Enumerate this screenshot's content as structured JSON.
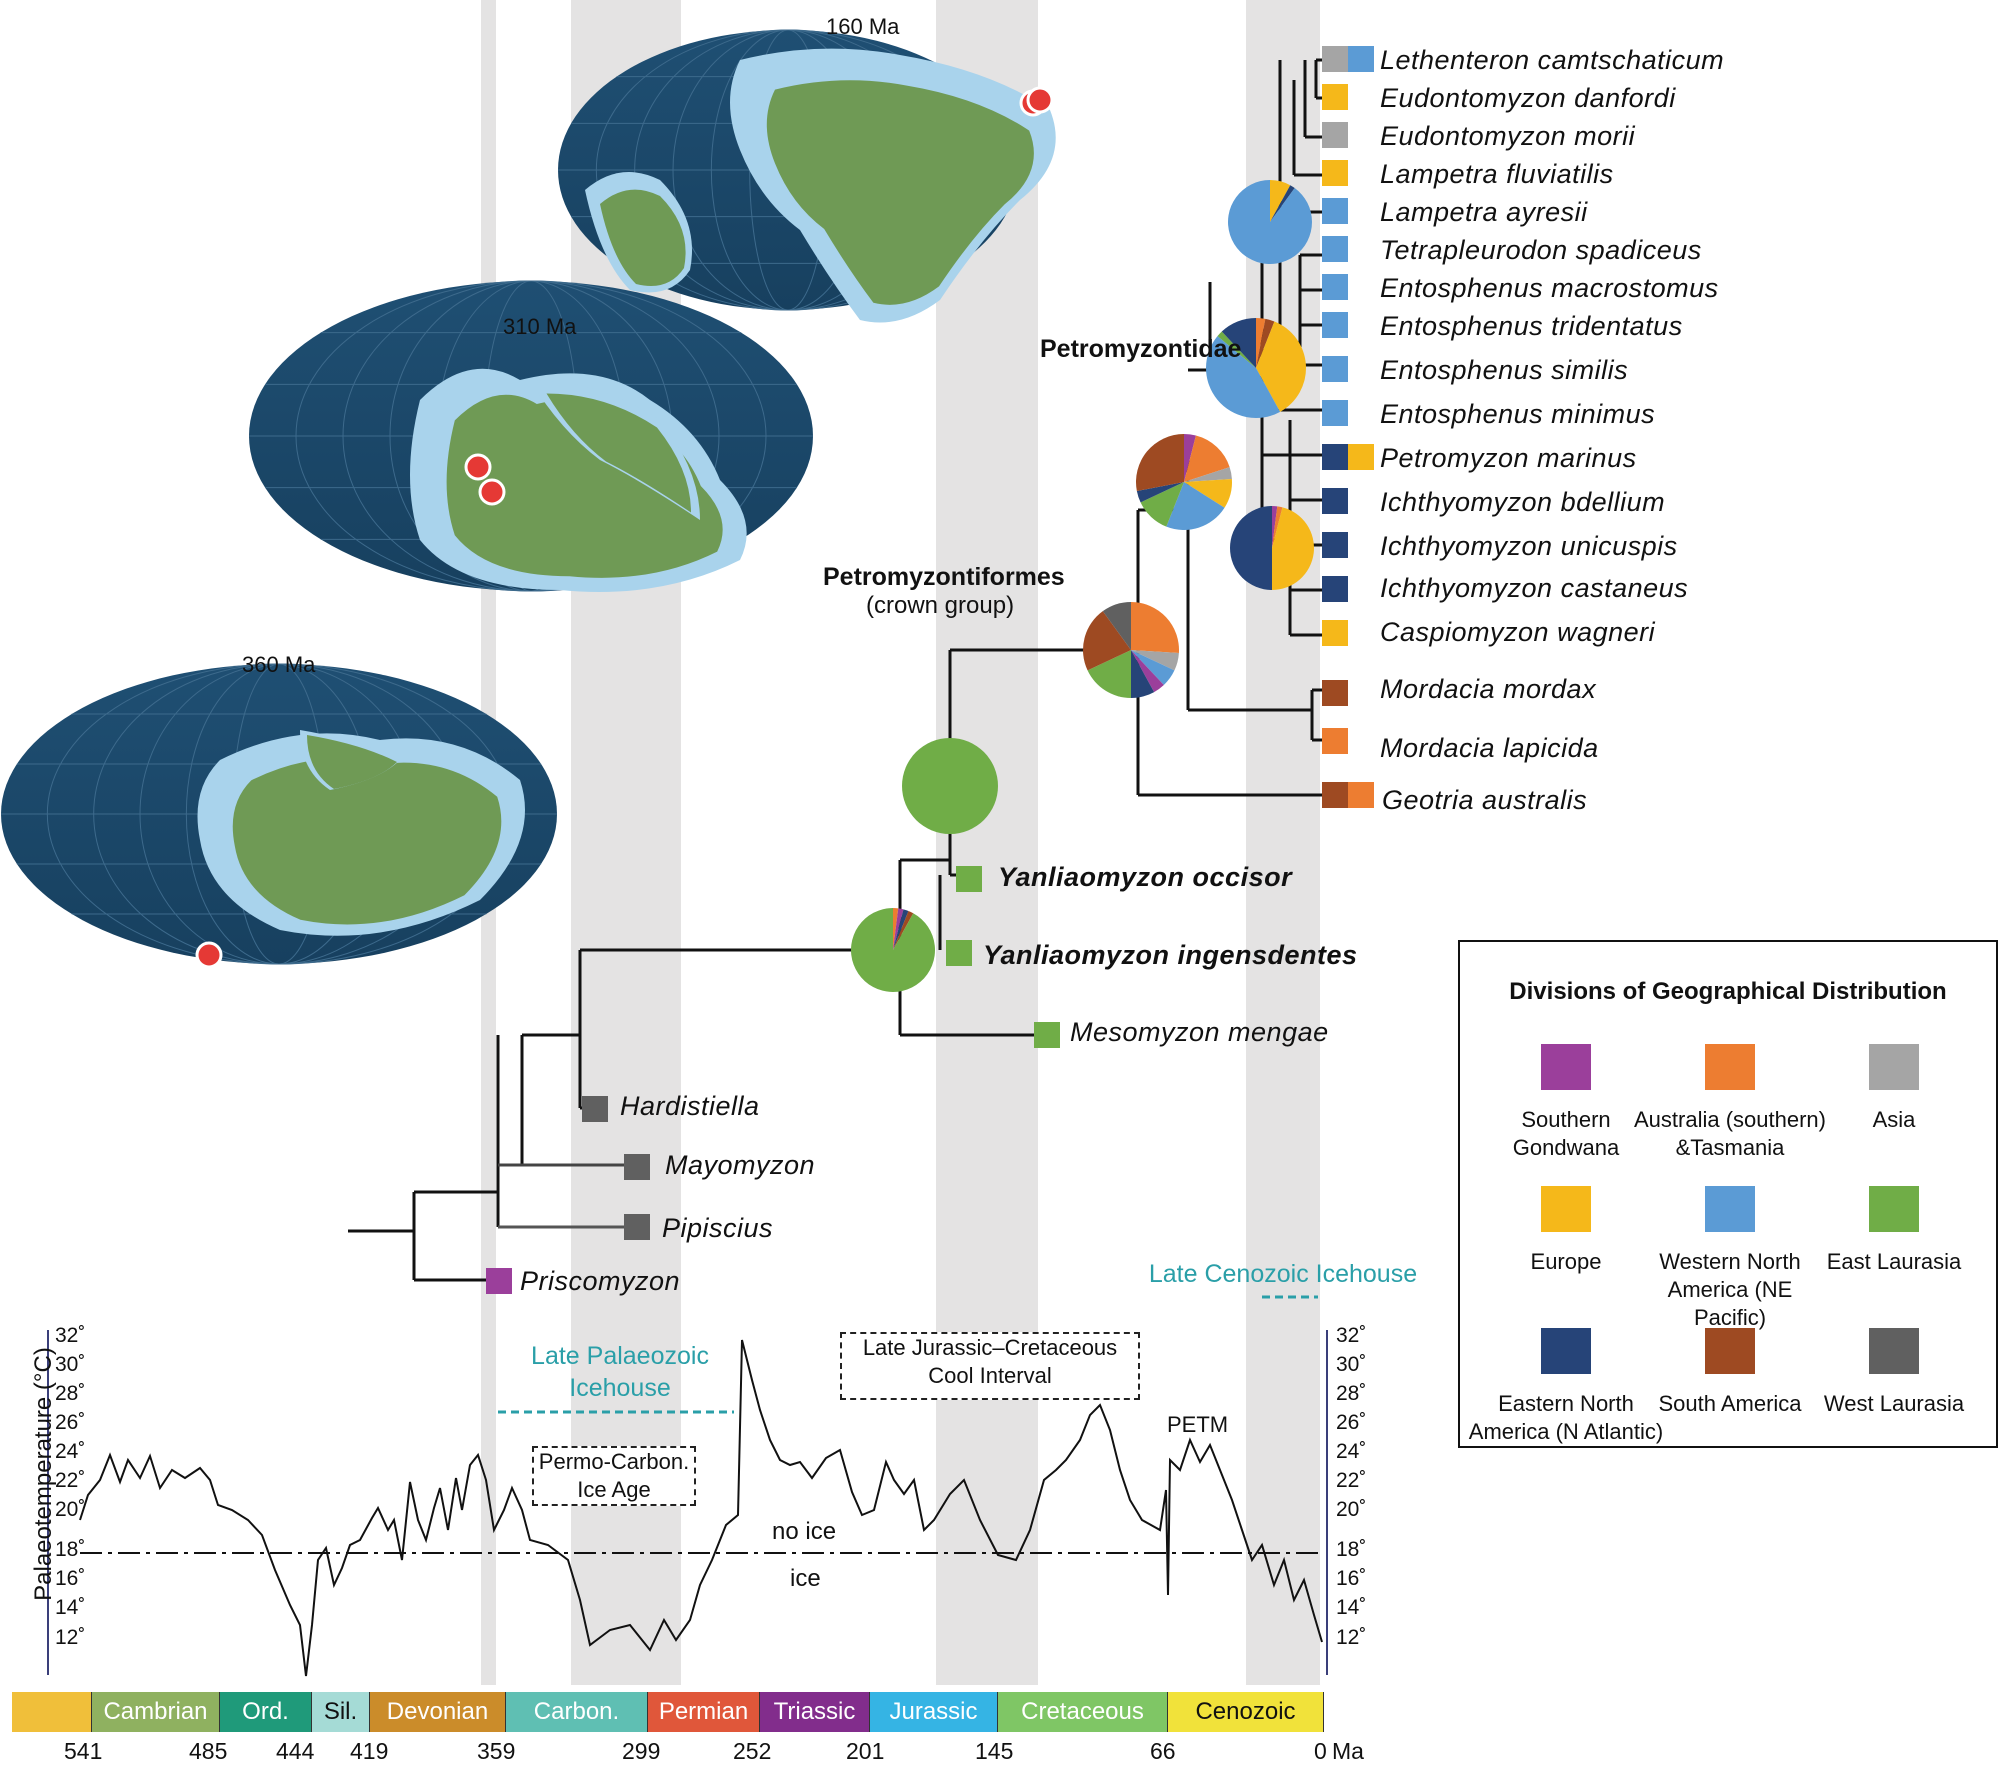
{
  "maps": [
    {
      "age": "160 Ma"
    },
    {
      "age": "310 Ma"
    },
    {
      "age": "360 Ma"
    }
  ],
  "clades": {
    "petromyzontidae": "Petromyzontidae",
    "petromyzontiformes": "Petromyzontiformes",
    "crown_group": "(crown group)"
  },
  "taxa": [
    {
      "name": "Lethenteron camtschaticum",
      "colors": [
        "#a5a5a5",
        "#5b9bd5"
      ]
    },
    {
      "name": "Eudontomyzon danfordi",
      "colors": [
        "#f5b81a"
      ]
    },
    {
      "name": "Eudontomyzon morii",
      "colors": [
        "#a5a5a5"
      ]
    },
    {
      "name": "Lampetra fluviatilis",
      "colors": [
        "#f5b81a"
      ]
    },
    {
      "name": "Lampetra ayresii",
      "colors": [
        "#5b9bd5"
      ]
    },
    {
      "name": "Tetrapleurodon spadiceus",
      "colors": [
        "#5b9bd5"
      ]
    },
    {
      "name": "Entosphenus macrostomus",
      "colors": [
        "#5b9bd5"
      ]
    },
    {
      "name": "Entosphenus tridentatus",
      "colors": [
        "#5b9bd5"
      ]
    },
    {
      "name": "Entosphenus similis",
      "colors": [
        "#5b9bd5"
      ]
    },
    {
      "name": "Entosphenus minimus",
      "colors": [
        "#5b9bd5"
      ]
    },
    {
      "name": "Petromyzon marinus",
      "colors": [
        "#264478",
        "#f5b81a"
      ]
    },
    {
      "name": "Ichthyomyzon bdellium",
      "colors": [
        "#264478"
      ]
    },
    {
      "name": "Ichthyomyzon unicuspis",
      "colors": [
        "#264478"
      ]
    },
    {
      "name": "Ichthyomyzon castaneus",
      "colors": [
        "#264478"
      ]
    },
    {
      "name": "Caspiomyzon wagneri",
      "colors": [
        "#f5b81a"
      ]
    },
    {
      "name": "Mordacia mordax",
      "colors": [
        "#9e4a22"
      ]
    },
    {
      "name": "Mordacia lapicida",
      "colors": [
        "#ed7d31"
      ]
    },
    {
      "name": "Geotria australis",
      "colors": [
        "#9e4a22",
        "#ed7d31"
      ]
    },
    {
      "name": "Yanliaomyzon occisor",
      "colors": [
        "#70ad47"
      ]
    },
    {
      "name": "Yanliaomyzon ingensdentes",
      "colors": [
        "#70ad47"
      ]
    },
    {
      "name": "Mesomyzon mengae",
      "colors": [
        "#70ad47"
      ]
    },
    {
      "name": "Hardistiella",
      "colors": [
        "#606060"
      ]
    },
    {
      "name": "Mayomyzon",
      "colors": [
        "#606060"
      ]
    },
    {
      "name": "Pipiscius",
      "colors": [
        "#606060"
      ]
    },
    {
      "name": "Priscomyzon",
      "colors": [
        "#9b3f9b"
      ]
    }
  ],
  "legend": {
    "title": "Divisions of Geographical Distribution",
    "items": [
      {
        "label": "Southern Gondwana",
        "color": "#9b3f9b"
      },
      {
        "label": "Australia (southern) &Tasmania",
        "color": "#ed7d31"
      },
      {
        "label": "Asia",
        "color": "#a5a5a5"
      },
      {
        "label": "Europe",
        "color": "#f5b81a"
      },
      {
        "label": "Western North America (NE Pacific)",
        "color": "#5b9bd5"
      },
      {
        "label": "East Laurasia",
        "color": "#70ad47"
      },
      {
        "label": "Eastern North America (N Atlantic)",
        "color": "#264478"
      },
      {
        "label": "South America",
        "color": "#9e4a22"
      },
      {
        "label": "West Laurasia",
        "color": "#606060"
      }
    ]
  },
  "climate": {
    "y_axis_label": "Palaeotemperature (°C)",
    "y_ticks": [
      "32˚",
      "30˚",
      "28˚",
      "26˚",
      "24˚",
      "22˚",
      "20˚",
      "18˚",
      "16˚",
      "14˚",
      "12˚"
    ],
    "no_ice": "no ice",
    "ice": "ice",
    "petm": "PETM",
    "late_palaeozoic_icehouse": "Late Palaeozoic Icehouse",
    "late_cenozoic_icehouse": "Late Cenozoic Icehouse",
    "permo_carbon_ice_age": "Permo-Carbon. Ice Age",
    "cool_interval": "Late Jurassic–Cretaceous Cool Interval"
  },
  "timescale": {
    "periods": [
      {
        "name": "",
        "color": "#f0bf3a"
      },
      {
        "name": "Cambrian",
        "color": "#8fb160"
      },
      {
        "name": "Ord.",
        "color": "#1f9a7a"
      },
      {
        "name": "Sil.",
        "color": "#a5dbd6"
      },
      {
        "name": "Devonian",
        "color": "#cb8c2a"
      },
      {
        "name": "Carbon.",
        "color": "#5fbfb3"
      },
      {
        "name": "Permian",
        "color": "#e0573a"
      },
      {
        "name": "Triassic",
        "color": "#822d8c"
      },
      {
        "name": "Jurassic",
        "color": "#35b4e4"
      },
      {
        "name": "Cretaceous",
        "color": "#7fc665"
      },
      {
        "name": "Cenozoic",
        "color": "#f1e23a"
      }
    ],
    "ticks": [
      "541",
      "485",
      "444",
      "419",
      "359",
      "299",
      "252",
      "201",
      "145",
      "66",
      "0"
    ],
    "unit": "Ma"
  }
}
